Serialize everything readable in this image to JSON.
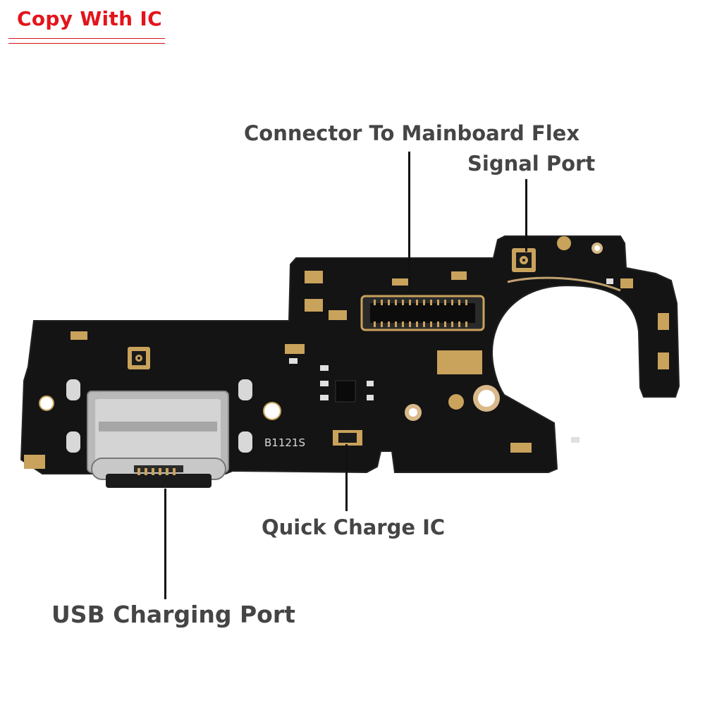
{
  "badge": {
    "text": "Copy With IC"
  },
  "labels": {
    "connector": "Connector To Mainboard Flex",
    "signal": "Signal Port",
    "quick_charge": "Quick Charge IC",
    "usb": "USB Charging Port"
  },
  "board": {
    "silkscreen": "B1121S"
  },
  "colors": {
    "badge": "#e3141b",
    "label": "#454545",
    "board": "#141414",
    "gold": "#c9a25c"
  }
}
